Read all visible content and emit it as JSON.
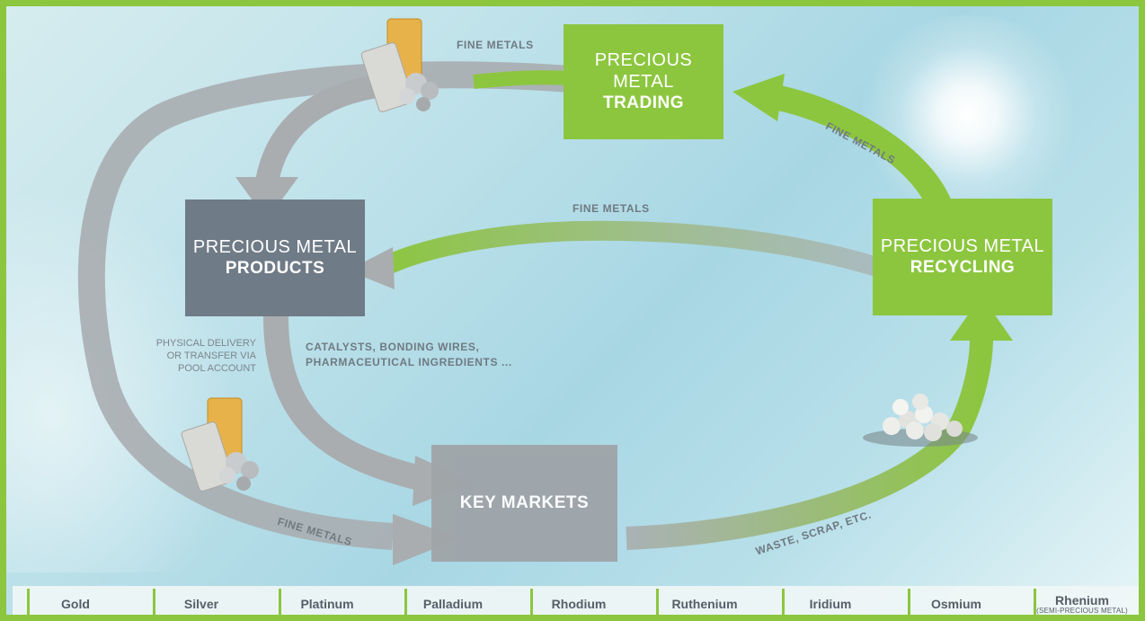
{
  "boxes": {
    "trading": {
      "line1": "PRECIOUS METAL",
      "line2": "TRADING"
    },
    "products": {
      "line1": "PRECIOUS METAL",
      "line2": "PRODUCTS"
    },
    "recycling": {
      "line1": "PRECIOUS METAL",
      "line2": "RECYCLING"
    },
    "markets": {
      "line1": "KEY MARKETS"
    }
  },
  "flow_labels": {
    "top_fine_metals": "FINE METALS",
    "diag_fine_metals": "FINE METALS",
    "mid_fine_metals": "FINE METALS",
    "bottom_fine_metals": "FINE METALS",
    "catalysts_line1": "CATALYSTS, BONDING WIRES,",
    "catalysts_line2": "PHARMACEUTICAL INGREDIENTS ...",
    "physical_line1": "PHYSICAL DELIVERY",
    "physical_line2": "OR TRANSFER VIA",
    "physical_line3": "POOL ACCOUNT",
    "waste": "WASTE, SCRAP, ETC."
  },
  "metals": [
    {
      "name": "Gold"
    },
    {
      "name": "Silver"
    },
    {
      "name": "Platinum"
    },
    {
      "name": "Palladium"
    },
    {
      "name": "Rhodium"
    },
    {
      "name": "Ruthenium"
    },
    {
      "name": "Iridium"
    },
    {
      "name": "Osmium"
    },
    {
      "name": "Rhenium",
      "note": "(SEMI-PRECIOUS METAL)"
    }
  ],
  "colors": {
    "green": "#8cc63f",
    "dark_box": "#6f7b86",
    "grey_arrow": "#a9adb0",
    "bar_text": "#555f66"
  },
  "icons": [
    "metal-bars-icon",
    "metal-bars-icon",
    "catalyst-pellets-icon"
  ]
}
